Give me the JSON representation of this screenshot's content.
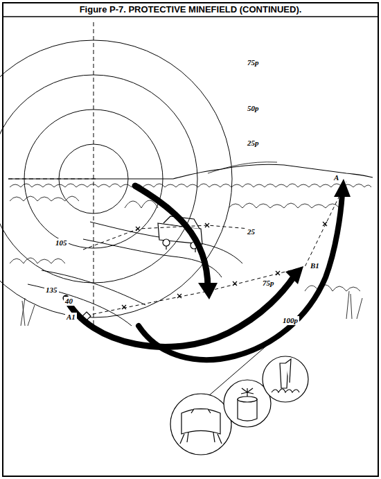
{
  "diagram": {
    "title": "Figure P-7. PROTECTIVE MINEFIELD (CONTINUED).",
    "labels": [
      "75p",
      "50p",
      "25p",
      "25",
      "75p",
      "100p",
      "A1",
      "B1",
      "A",
      "105",
      "135",
      "40"
    ]
  }
}
